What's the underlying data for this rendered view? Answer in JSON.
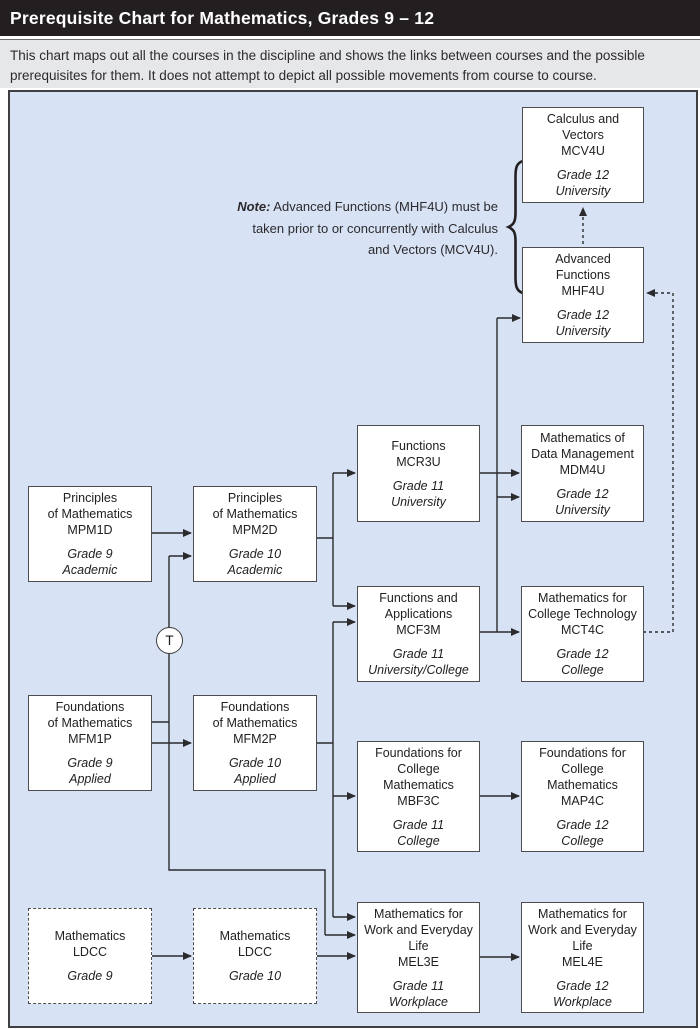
{
  "header": {
    "title": "Prerequisite Chart for Mathematics, Grades 9 – 12"
  },
  "intro": {
    "text": "This chart maps out all the courses in the discipline and shows the links between courses and the possible prerequisites for them. It does not attempt to depict all possible movements from course to course."
  },
  "note": {
    "label": "Note:",
    "text": " Advanced Functions (MHF4U) must be taken prior to or concurrently with Calculus and Vectors (MCV4U)."
  },
  "transfer": {
    "label": "T"
  },
  "courses": {
    "mcv4u": {
      "title": "Calculus and\nVectors\nMCV4U",
      "grade": "Grade 12\nUniversity"
    },
    "mhf4u": {
      "title": "Advanced\nFunctions\nMHF4U",
      "grade": "Grade 12\nUniversity"
    },
    "mcr3u": {
      "title": "Functions\nMCR3U",
      "grade": "Grade 11\nUniversity"
    },
    "mdm4u": {
      "title": "Mathematics of\nData Management\nMDM4U",
      "grade": "Grade 12\nUniversity"
    },
    "mpm1d": {
      "title": "Principles\nof Mathematics\nMPM1D",
      "grade": "Grade 9\nAcademic"
    },
    "mpm2d": {
      "title": "Principles\nof Mathematics\nMPM2D",
      "grade": "Grade 10\nAcademic"
    },
    "mcf3m": {
      "title": "Functions and\nApplications\nMCF3M",
      "grade": "Grade 11\nUniversity/College"
    },
    "mct4c": {
      "title": "Mathematics for\nCollege Technology\nMCT4C",
      "grade": "Grade 12\nCollege"
    },
    "mfm1p": {
      "title": "Foundations\nof Mathematics\nMFM1P",
      "grade": "Grade 9\nApplied"
    },
    "mfm2p": {
      "title": "Foundations\nof Mathematics\nMFM2P",
      "grade": "Grade 10\nApplied"
    },
    "mbf3c": {
      "title": "Foundations for\nCollege\nMathematics\nMBF3C",
      "grade": "Grade 11\nCollege"
    },
    "map4c": {
      "title": "Foundations for\nCollege\nMathematics\nMAP4C",
      "grade": "Grade 12\nCollege"
    },
    "ldcc9": {
      "title": "Mathematics\nLDCC",
      "grade": "Grade 9"
    },
    "ldcc10": {
      "title": "Mathematics\nLDCC",
      "grade": "Grade 10"
    },
    "mel3e": {
      "title": "Mathematics for\nWork and Everyday\nLife\nMEL3E",
      "grade": "Grade 11\nWorkplace"
    },
    "mel4e": {
      "title": "Mathematics for\nWork and Everyday\nLife\nMEL4E",
      "grade": "Grade 12\nWorkplace"
    }
  },
  "colors": {
    "header_bg": "#231f20",
    "intro_bg": "#e6e7e8",
    "panel_bg": "#d7e3f4",
    "box_fill": "#ffffff",
    "box_border": "#4d4d4f",
    "line": "#2b2b2e"
  }
}
